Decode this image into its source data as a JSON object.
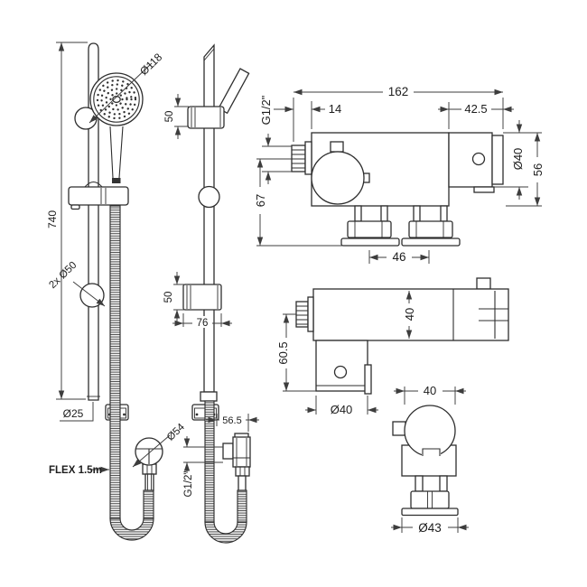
{
  "title": "Shower slide rail kit and thermostatic bar valve technical drawing",
  "colors": {
    "background": "#ffffff",
    "line": "#2e2e2e",
    "dimension": "#3d3d3d",
    "text": "#1d1d1d"
  },
  "labels": {
    "kit_front": {
      "head_diameter": "Ø118",
      "rail_length": "740",
      "bracket_diameter": "2x Ø50",
      "rail_diameter": "Ø25",
      "hose_length": "FLEX 1.5m",
      "outlet_diameter": "Ø54"
    },
    "kit_side": {
      "holder_height": "50",
      "bracket_height": "50",
      "bracket_width": "76",
      "outlet_offset": "56.5",
      "outlet_thread": "G1/2\""
    },
    "valve_front": {
      "total_width": "162",
      "inlet_offset": "14",
      "bracket_width": "42.5",
      "inlet_thread": "G1/2\"",
      "inlet_height": "67",
      "bracket_diameter": "Ø40",
      "body_height": "56",
      "outlet_spacing": "46"
    },
    "valve_top": {
      "body_depth": "40",
      "outlet_height": "60.5",
      "outlet_diameter": "Ø40"
    },
    "valve_side": {
      "body_width": "40",
      "flange_diameter": "Ø43"
    }
  }
}
